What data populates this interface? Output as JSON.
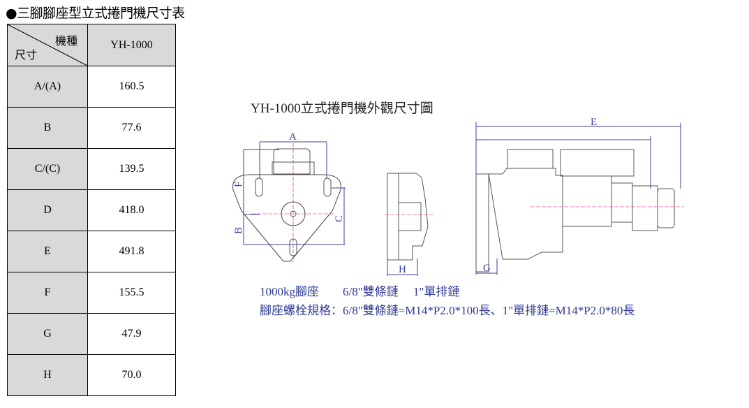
{
  "title": "●三腳腳座型立式捲門機尺寸表",
  "table": {
    "header_model": "機種",
    "header_dim": "尺寸",
    "model": "YH-1000",
    "rows": [
      {
        "key": "A/(A)",
        "value": "160.5"
      },
      {
        "key": "B",
        "value": "77.6"
      },
      {
        "key": "C/(C)",
        "value": "139.5"
      },
      {
        "key": "D",
        "value": "418.0"
      },
      {
        "key": "E",
        "value": "491.8"
      },
      {
        "key": "F",
        "value": "155.5"
      },
      {
        "key": "G",
        "value": "47.9"
      },
      {
        "key": "H",
        "value": "70.0"
      }
    ]
  },
  "drawing": {
    "title": "YH-1000立式捲門機外觀尺寸圖",
    "labels": {
      "A": "A",
      "B": "B",
      "C": "C",
      "E": "E",
      "F": "F",
      "G": "G",
      "H": "H"
    },
    "caption1": "1000kg腳座        6/8\"雙條鏈     1\"單排鏈",
    "caption2": "腳座螺栓規格：6/8\"雙條鏈=M14*P2.0*100長、1\"單排鏈=M14*P2.0*80長",
    "dim_color": "#3a3f9a"
  }
}
